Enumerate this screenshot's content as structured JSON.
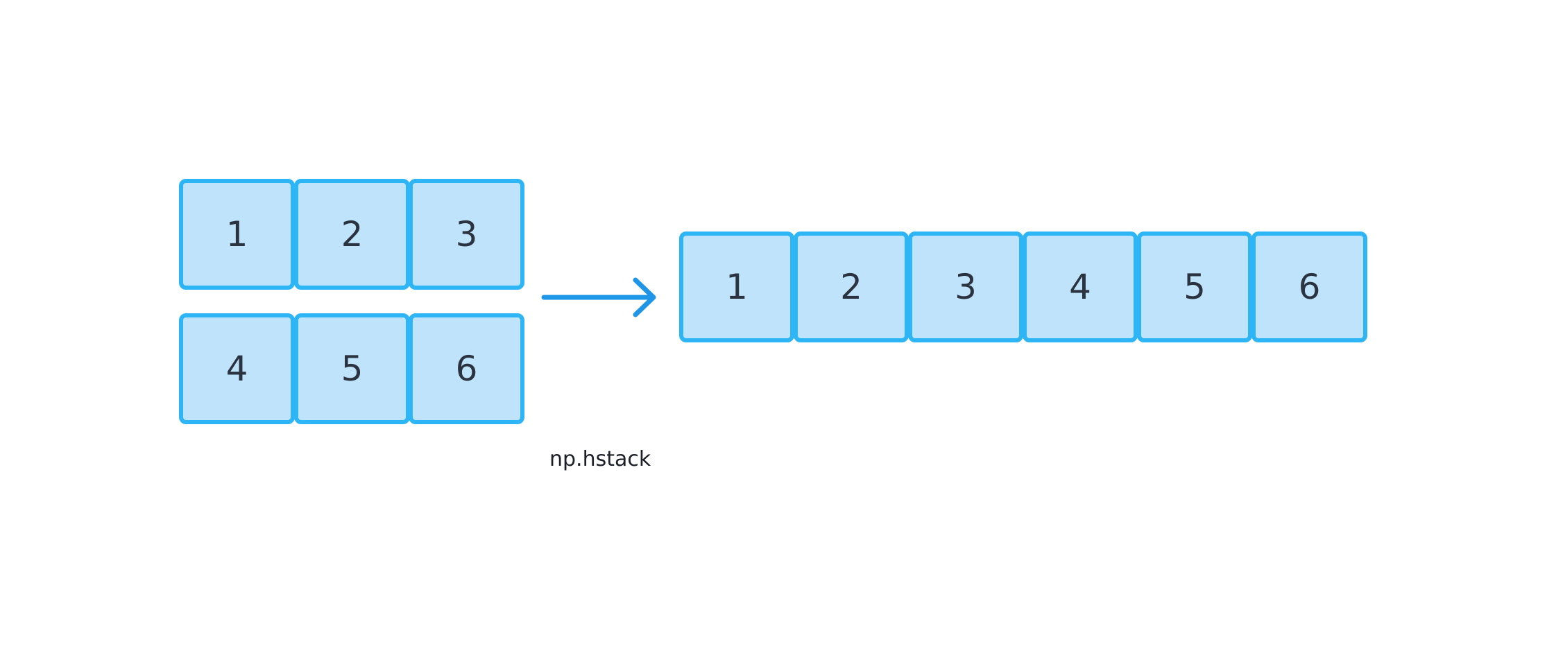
{
  "input": {
    "rows": [
      [
        "1",
        "2",
        "3"
      ],
      [
        "4",
        "5",
        "6"
      ]
    ]
  },
  "output": {
    "cells": [
      "1",
      "2",
      "3",
      "4",
      "5",
      "6"
    ]
  },
  "operation": {
    "label": "np.hstack",
    "arrow_icon": "arrow-right-icon"
  },
  "colors": {
    "cell_fill": "#bfe3fb",
    "cell_border": "#2eb5f5",
    "arrow": "#1f95e8",
    "text": "#2b3340"
  }
}
